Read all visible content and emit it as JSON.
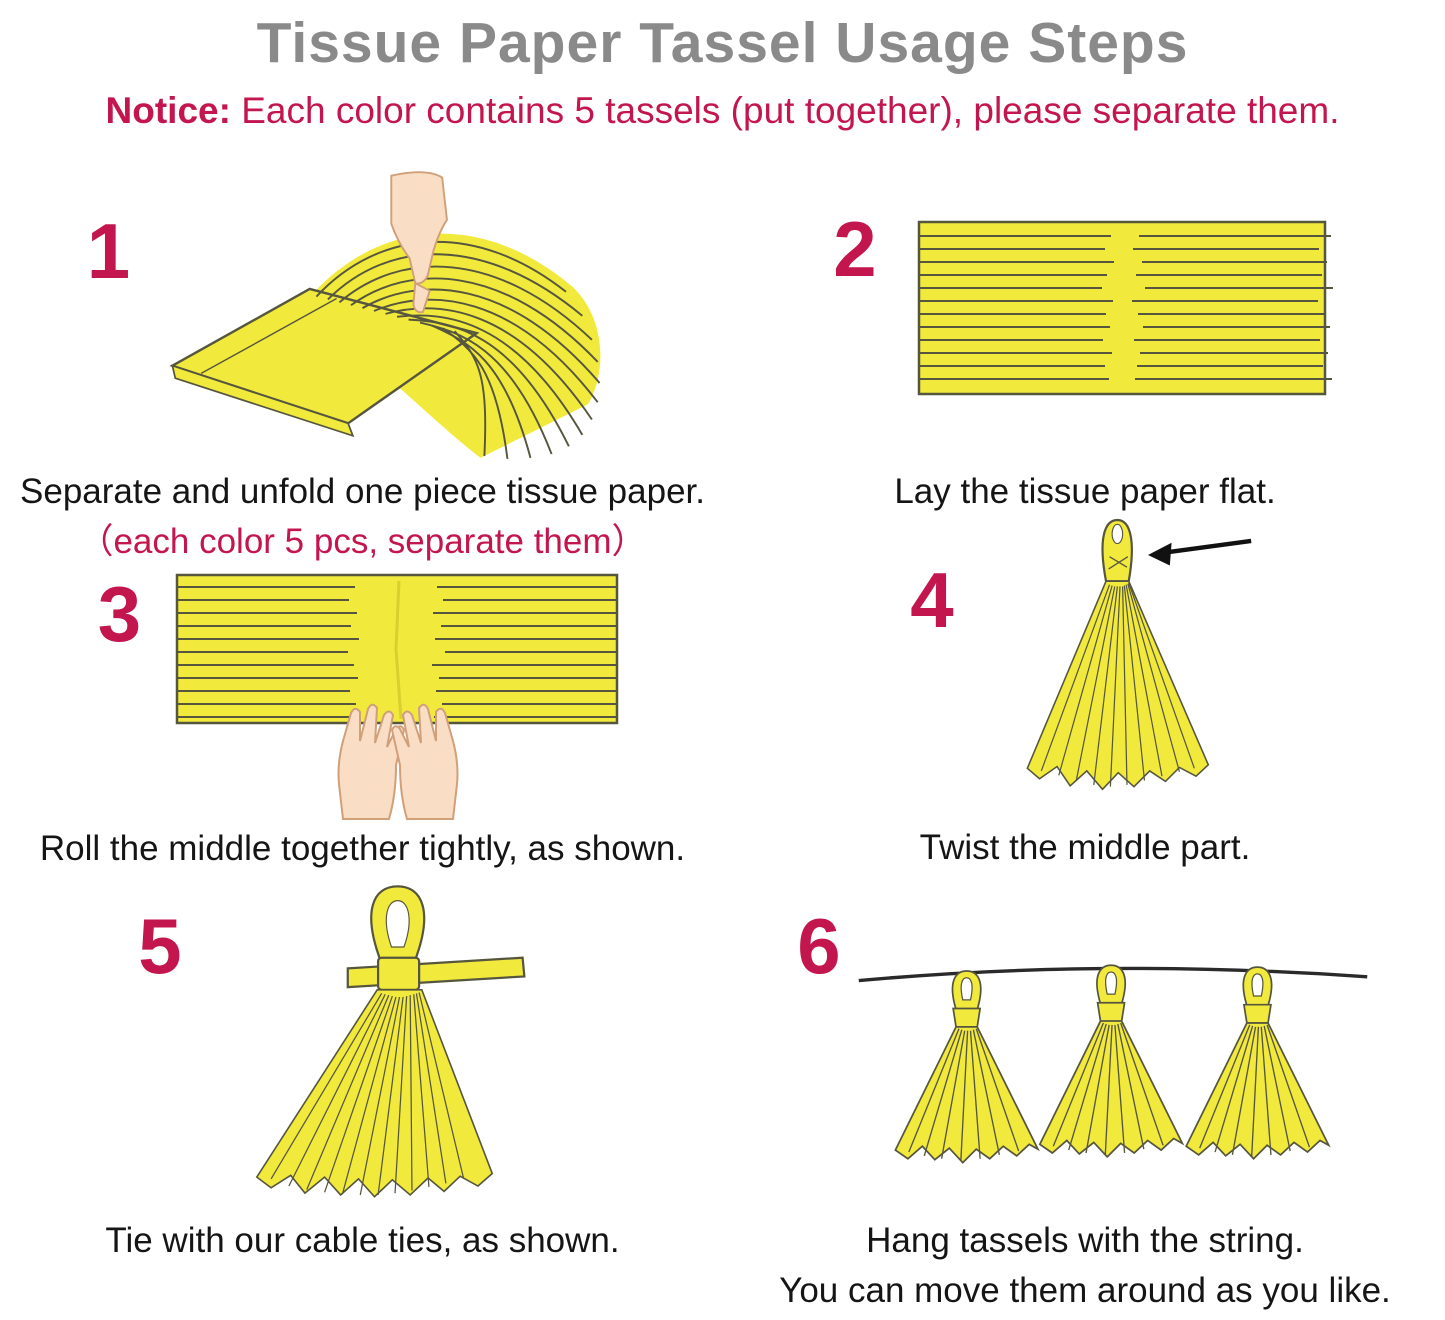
{
  "page": {
    "title": "Tissue Paper Tassel Usage Steps",
    "notice": {
      "label": "Notice:",
      "text": " Each color contains 5 tassels (put together), please separate them."
    }
  },
  "steps": [
    {
      "number": "1",
      "caption": "Separate and unfold one piece tissue paper.",
      "subcaption": "（each color 5 pcs, separate them）",
      "alt": "hand separating and unfolding one folded fringed tissue paper"
    },
    {
      "number": "2",
      "caption": "Lay the tissue paper flat.",
      "alt": "fringed tissue paper laid out flat"
    },
    {
      "number": "3",
      "caption": "Roll the middle together tightly, as shown.",
      "alt": "two hands rolling the solid middle of the fringed tissue paper"
    },
    {
      "number": "4",
      "caption": "Twist the middle part.",
      "alt": "tassel with twisted middle forming a loop, arrow pointing at the loop"
    },
    {
      "number": "5",
      "caption": "Tie with our cable ties, as shown.",
      "alt": "tassel loop secured with a cable tie"
    },
    {
      "number": "6",
      "caption": "Hang tassels with the string.",
      "caption2": "You can move them around as you like.",
      "alt": "three finished tassels hanging on a string"
    }
  ],
  "colors": {
    "accent": "#c4164e",
    "title_gray": "#8a8a8a",
    "tassel_yellow": "#f2e93d",
    "outline": "#56563e",
    "text": "#151515"
  }
}
